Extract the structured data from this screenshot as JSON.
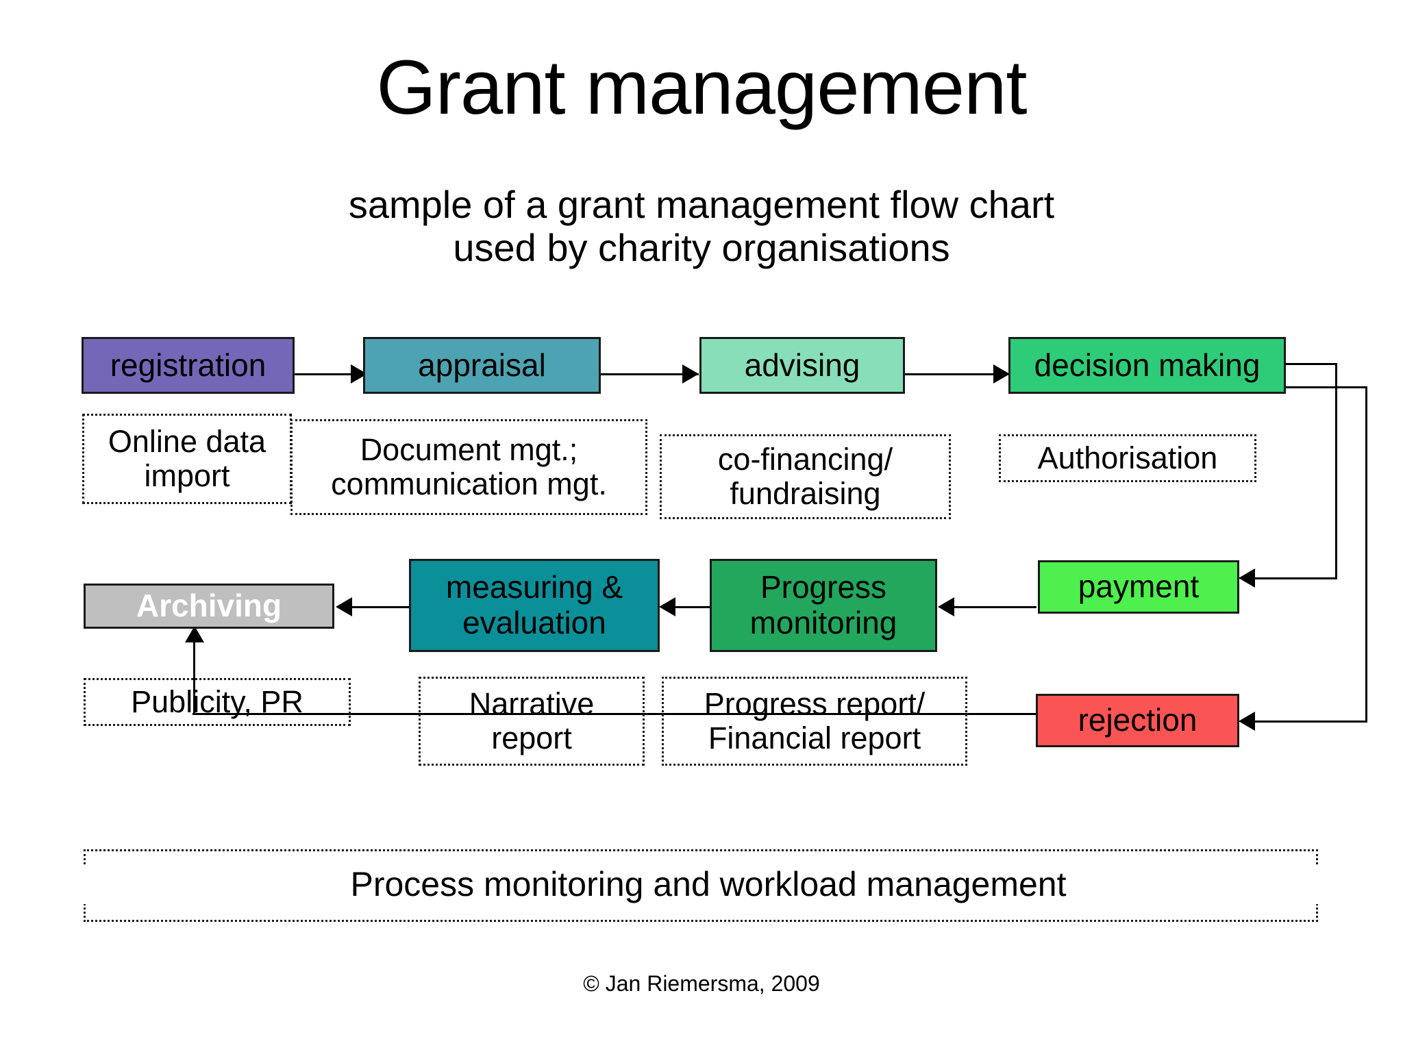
{
  "page": {
    "title": "Grant management",
    "subtitle": "sample of a grant management flow chart\nused by charity organisations",
    "footer": "© Jan Riemersma, 2009"
  },
  "colors": {
    "registration": "#7567b8",
    "appraisal": "#4da3b2",
    "advising": "#88dfb7",
    "decision_making": "#2ecc78",
    "archiving": "#bfbfbf",
    "measuring": "#0b8f99",
    "progress_monitoring": "#22a75d",
    "payment": "#4df04d",
    "rejection": "#fb5454",
    "border": "#1a1a1a",
    "line": "#000000",
    "archiving_text": "#ffffff"
  },
  "process_row_1": [
    {
      "id": "registration",
      "label": "registration"
    },
    {
      "id": "appraisal",
      "label": "appraisal"
    },
    {
      "id": "advising",
      "label": "advising"
    },
    {
      "id": "decision-making",
      "label": "decision making"
    }
  ],
  "annotations_row_1": [
    {
      "id": "online-data-import",
      "label": "Online data\nimport"
    },
    {
      "id": "document-mgt",
      "label": "Document mgt.;\ncommunication mgt."
    },
    {
      "id": "co-financing",
      "label": "co-financing/\nfundraising"
    },
    {
      "id": "authorisation",
      "label": "Authorisation"
    }
  ],
  "process_row_2": [
    {
      "id": "archiving",
      "label": "Archiving"
    },
    {
      "id": "measuring-evaluation",
      "label": "measuring &\nevaluation"
    },
    {
      "id": "progress-monitoring",
      "label": "Progress\nmonitoring"
    },
    {
      "id": "payment",
      "label": "payment"
    },
    {
      "id": "rejection",
      "label": "rejection"
    }
  ],
  "annotations_row_2": [
    {
      "id": "publicity-pr",
      "label": "Publicity, PR"
    },
    {
      "id": "narrative-report",
      "label": "Narrative\nreport"
    },
    {
      "id": "progress-financial",
      "label": "Progress report/\nFinancial report"
    }
  ],
  "banner": {
    "label": "Process monitoring and workload management"
  },
  "chart_data": {
    "type": "diagram",
    "title": "Grant management",
    "subtitle": "sample of a grant management flow chart used by charity organisations",
    "nodes": [
      {
        "id": "registration",
        "label": "registration",
        "row": 1,
        "kind": "process",
        "color": "#7567b8"
      },
      {
        "id": "appraisal",
        "label": "appraisal",
        "row": 1,
        "kind": "process",
        "color": "#4da3b2"
      },
      {
        "id": "advising",
        "label": "advising",
        "row": 1,
        "kind": "process",
        "color": "#88dfb7"
      },
      {
        "id": "decision-making",
        "label": "decision making",
        "row": 1,
        "kind": "process",
        "color": "#2ecc78"
      },
      {
        "id": "online-data-import",
        "label": "Online data import",
        "row": 1,
        "kind": "annotation",
        "attached_to": "registration"
      },
      {
        "id": "document-mgt",
        "label": "Document mgt.; communication mgt.",
        "row": 1,
        "kind": "annotation",
        "attached_to": "appraisal"
      },
      {
        "id": "co-financing",
        "label": "co-financing/ fundraising",
        "row": 1,
        "kind": "annotation",
        "attached_to": "advising"
      },
      {
        "id": "authorisation",
        "label": "Authorisation",
        "row": 1,
        "kind": "annotation",
        "attached_to": "decision-making"
      },
      {
        "id": "archiving",
        "label": "Archiving",
        "row": 2,
        "kind": "process",
        "color": "#bfbfbf"
      },
      {
        "id": "measuring-evaluation",
        "label": "measuring & evaluation",
        "row": 2,
        "kind": "process",
        "color": "#0b8f99"
      },
      {
        "id": "progress-monitoring",
        "label": "Progress monitoring",
        "row": 2,
        "kind": "process",
        "color": "#22a75d"
      },
      {
        "id": "payment",
        "label": "payment",
        "row": 2,
        "kind": "process",
        "color": "#4df04d"
      },
      {
        "id": "rejection",
        "label": "rejection",
        "row": 2,
        "kind": "process",
        "color": "#fb5454"
      },
      {
        "id": "publicity-pr",
        "label": "Publicity, PR",
        "row": 2,
        "kind": "annotation",
        "attached_to": "archiving"
      },
      {
        "id": "narrative-report",
        "label": "Narrative report",
        "row": 2,
        "kind": "annotation",
        "attached_to": "measuring-evaluation"
      },
      {
        "id": "progress-financial",
        "label": "Progress report/ Financial report",
        "row": 2,
        "kind": "annotation",
        "attached_to": "progress-monitoring"
      }
    ],
    "edges": [
      {
        "from": "registration",
        "to": "appraisal",
        "style": "arrow"
      },
      {
        "from": "appraisal",
        "to": "advising",
        "style": "arrow"
      },
      {
        "from": "advising",
        "to": "decision-making",
        "style": "arrow"
      },
      {
        "from": "decision-making",
        "to": "payment",
        "style": "arrow"
      },
      {
        "from": "decision-making",
        "to": "rejection",
        "style": "arrow"
      },
      {
        "from": "payment",
        "to": "progress-monitoring",
        "style": "arrow"
      },
      {
        "from": "progress-monitoring",
        "to": "measuring-evaluation",
        "style": "arrow"
      },
      {
        "from": "measuring-evaluation",
        "to": "archiving",
        "style": "arrow"
      },
      {
        "from": "rejection",
        "to": "archiving",
        "style": "arrow"
      }
    ],
    "banner": "Process monitoring and workload management",
    "footer": "© Jan Riemersma, 2009"
  }
}
